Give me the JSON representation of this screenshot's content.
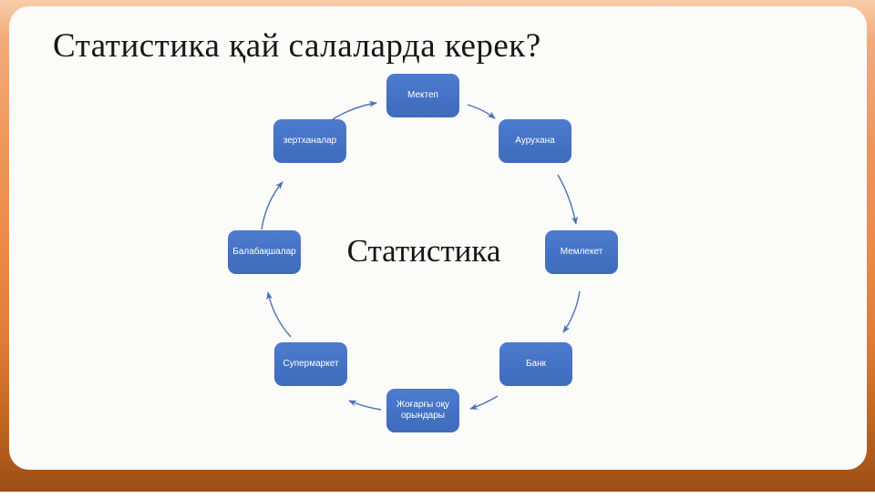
{
  "slide": {
    "title": "Статистика қай салаларда керек?",
    "center_label": "Статистика",
    "nodes": [
      {
        "id": "mektep",
        "label": "Мектеп"
      },
      {
        "id": "aurukhana",
        "label": "Аурухана"
      },
      {
        "id": "memleket",
        "label": "Мемлекет"
      },
      {
        "id": "bank",
        "label": "Банк"
      },
      {
        "id": "zhogargy",
        "label": "Жоғарғы оқу орындары"
      },
      {
        "id": "supermarket",
        "label": "Супермаркет"
      },
      {
        "id": "balabakshalar",
        "label": "Балабақшалар"
      },
      {
        "id": "zertkhanalar",
        "label": "зертханалар"
      }
    ],
    "edges": [
      {
        "from": "zertkhanalar",
        "to": "mektep"
      },
      {
        "from": "mektep",
        "to": "aurukhana"
      },
      {
        "from": "aurukhana",
        "to": "memleket"
      },
      {
        "from": "memleket",
        "to": "bank"
      },
      {
        "from": "bank",
        "to": "zhogargy"
      },
      {
        "from": "zhogargy",
        "to": "supermarket"
      },
      {
        "from": "supermarket",
        "to": "balabakshalar"
      },
      {
        "from": "balabakshalar",
        "to": "zertkhanalar"
      }
    ],
    "colors": {
      "node_fill": "#4472C4",
      "node_text": "#FFFFFF",
      "arrow": "#4C72B7",
      "frame_top": "#F2AB7B",
      "frame_bottom": "#9C4E16",
      "card_background": "#FBFBFA",
      "title_text": "#161616"
    }
  }
}
